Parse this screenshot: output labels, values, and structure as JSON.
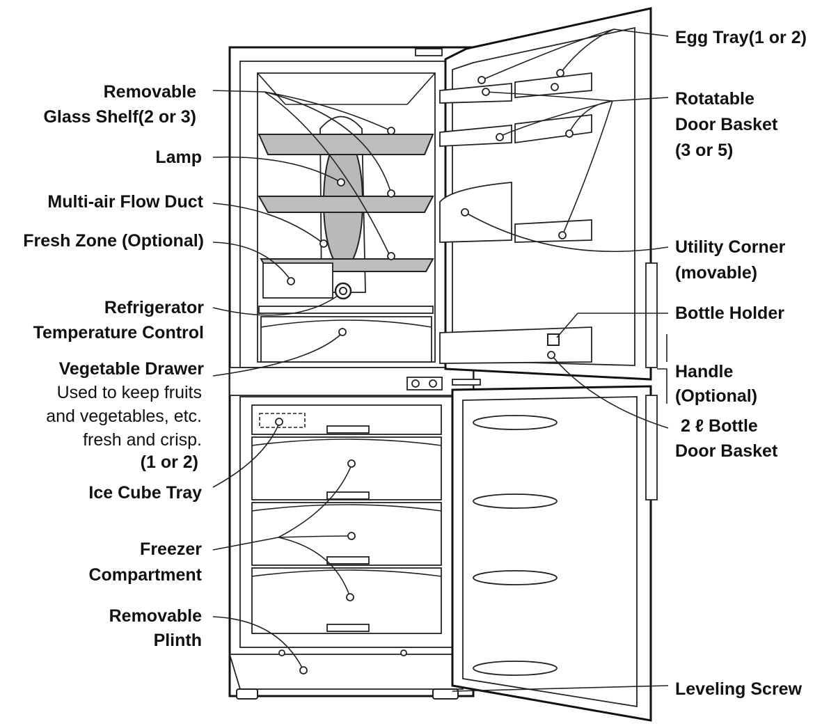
{
  "labels": {
    "egg_tray": "Egg Tray(1 or 2)",
    "glass_shelf": [
      "Removable",
      "Glass Shelf(2 or 3)"
    ],
    "rotatable_basket": [
      "Rotatable",
      "Door Basket",
      "(3 or 5)"
    ],
    "lamp": "Lamp",
    "multi_air": "Multi-air Flow Duct",
    "fresh_zone": "Fresh Zone (Optional)",
    "utility_corner": [
      "Utility Corner",
      "(movable)"
    ],
    "temp_control": [
      "Refrigerator",
      "Temperature  Control"
    ],
    "bottle_holder": "Bottle Holder",
    "veg_drawer": "Vegetable Drawer",
    "veg_drawer_desc": [
      "Used to keep fruits",
      "and vegetables, etc.",
      "fresh and crisp."
    ],
    "veg_drawer_count": "(1 or 2)",
    "handle": [
      "Handle",
      "(Optional)"
    ],
    "bottle_basket": [
      "2 ℓ Bottle",
      "Door Basket"
    ],
    "ice_tray": "Ice Cube Tray",
    "freezer": [
      "Freezer",
      "Compartment"
    ],
    "plinth": [
      "Removable",
      "Plinth"
    ],
    "leveling_screw": "Leveling Screw"
  }
}
